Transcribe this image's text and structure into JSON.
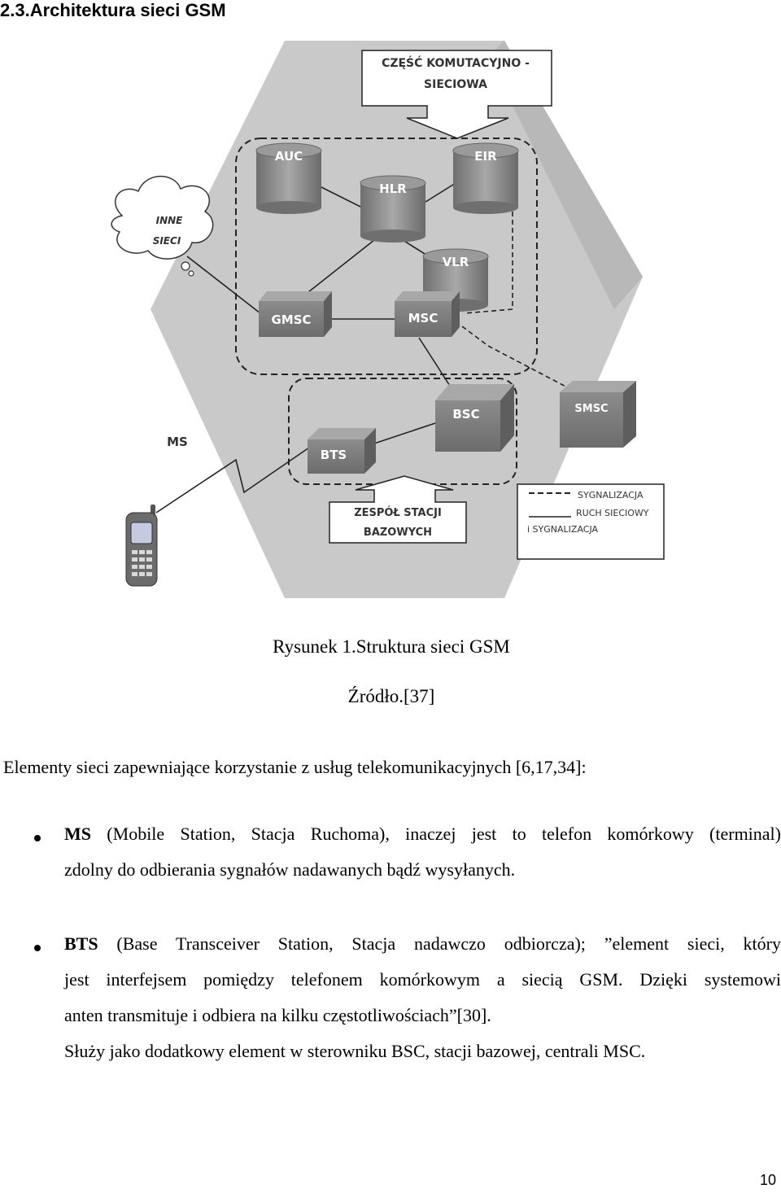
{
  "heading": "2.3.Architektura sieci GSM",
  "figure": {
    "switching_part": [
      "CZĘŚĆ KOMUTACYJNO -",
      "SIECIOWA"
    ],
    "other_networks": [
      "INNE",
      "SIECI"
    ],
    "auc": "AUC",
    "eir": "EIR",
    "hlr": "HLR",
    "vlr": "VLR",
    "gmsc": "GMSC",
    "msc": "MSC",
    "bsc": "BSC",
    "smsc": "SMSC",
    "bts": "BTS",
    "ms": "MS",
    "base_station_group": [
      "ZESPÓŁ STACJI",
      "BAZOWYCH"
    ],
    "legend": {
      "signaling": "SYGNALIZACJA",
      "traffic": "RUCH SIECIOWY",
      "traffic_signaling": "i SYGNALIZACJA"
    }
  },
  "caption": "Rysunek 1.Struktura sieci GSM",
  "source": "Źródło.[37]",
  "intro": "Elementy sieci zapewniające korzystanie z usług telekomunikacyjnych [6,17,34]:",
  "bullets": [
    {
      "term": "MS",
      "lines": [
        " (Mobile Station, Stacja Ruchoma), inaczej jest to telefon komórkowy (terminal)",
        "zdolny do odbierania sygnałów nadawanych bądź wysyłanych."
      ]
    },
    {
      "term": "BTS",
      "lines": [
        " (Base Transceiver Station, Stacja nadawczo odbiorcza); ”element sieci, który",
        "jest interfejsem pomiędzy telefonem komórkowym a siecią GSM. Dzięki systemowi",
        "anten transmituje i odbiera na kilku częstotliwościach”[30].",
        "Służy jako dodatkowy element w sterowniku BSC, stacji bazowej, centrali MSC."
      ]
    }
  ],
  "page_number": "10"
}
